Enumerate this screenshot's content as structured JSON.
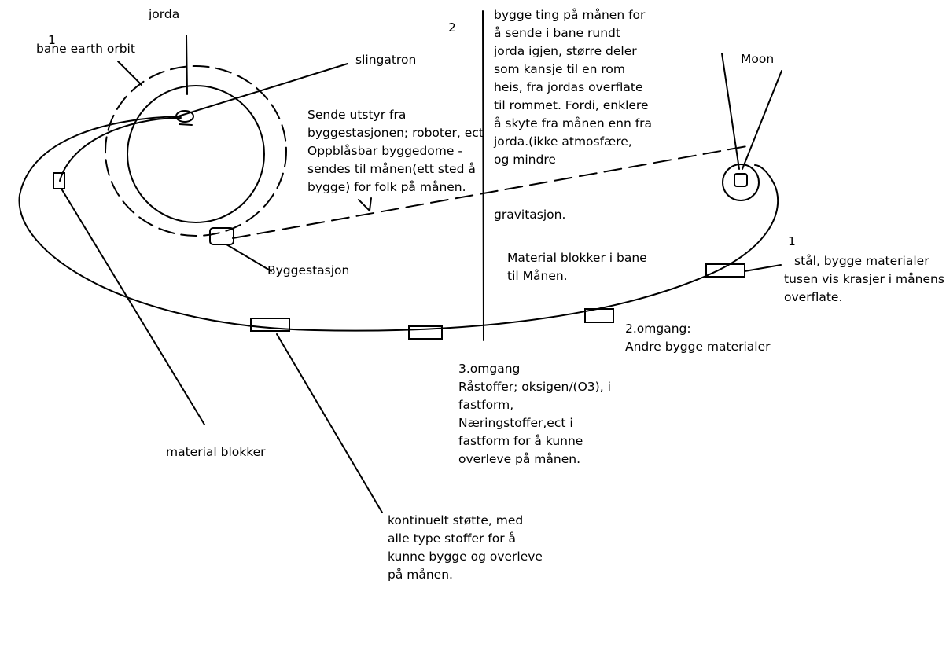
{
  "labels": {
    "num1_top": "1",
    "bane_earth_orbit": "bane earth orbit",
    "jorda": "jorda",
    "slingatron": "slingatron",
    "num2": "2",
    "bygge_ting": "bygge ting på månen for\nå sende i bane rundt\njorda igjen, større deler\nsom kansje til en rom\nheis, fra jordas overflate\ntil rommet. Fordi, enklere\nå skyte fra månen enn fra\njorda.(ikke atmosfære,\nog mindre",
    "gravitasjon": "gravitasjon.",
    "moon": "Moon",
    "sende_utstyr": "Sende utstyr fra\nbyggestasjonen; roboter, ect\nOppblåsbar byggedome -\nsendes til månen(ett sted å\nbygge) for folk på månen.",
    "byggestasjon": "Byggestasjon",
    "material_blokker_bane": "Material blokker i bane\ntil Månen.",
    "num1_right": "1",
    "staal": "stål, bygge materialer\ntusen vis krasjer i månens\noverflate.",
    "omgang2": "2.omgang:\nAndre bygge materialer",
    "omgang3": "3.omgang\nRåstoffer; oksigen/(O3), i\nfastform,\nNæringstoffer,ect i\nfastform for å kunne\noverleve på månen.",
    "material_blokker": "material blokker",
    "kontinuelt": "kontinuelt støtte, med\nalle type stoffer for å\nkunne bygge og overleve\npå månen."
  }
}
